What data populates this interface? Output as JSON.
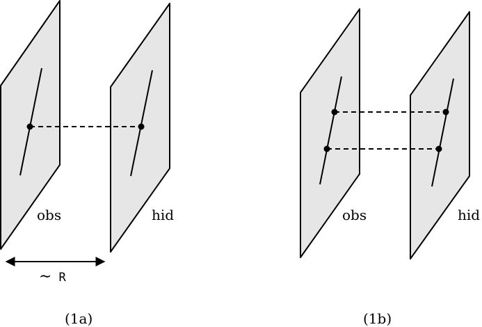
{
  "panel_a": {
    "left_plane_label": "obs",
    "right_plane_label": "hid",
    "distance_symbol": "∼",
    "distance_var": "R",
    "caption": "(1a)"
  },
  "panel_b": {
    "left_plane_label": "obs",
    "right_plane_label": "hid",
    "caption": "(1b)"
  },
  "colors": {
    "plane_fill": "#e6e6e6",
    "stroke": "#000000"
  }
}
